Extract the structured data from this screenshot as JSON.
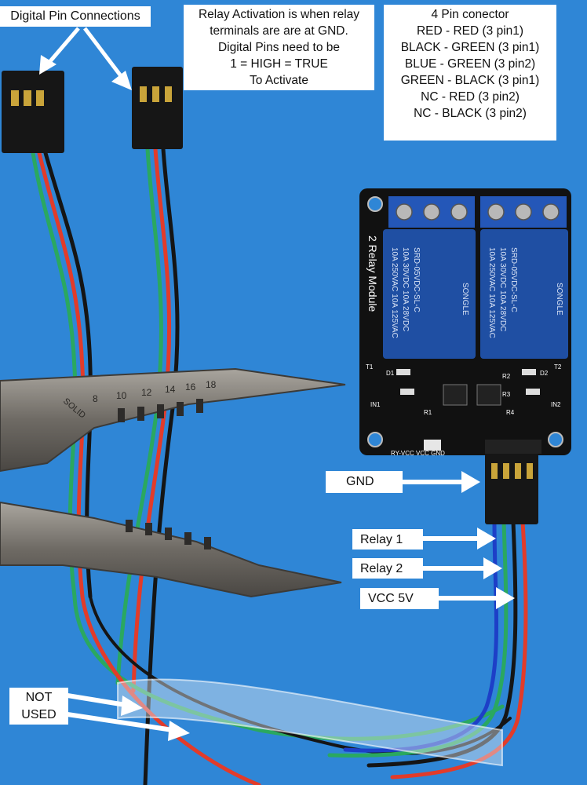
{
  "labels": {
    "digital_pins": "Digital Pin Connections",
    "relay_activation": "Relay Activation is when relay\nterminals are are at GND.\nDigital Pins need to be\n1 =  HIGH = TRUE\nTo Activate",
    "connector": "4 Pin conector\nRED - RED (3 pin1)\nBLACK - GREEN (3 pin1)\nBLUE - GREEN (3 pin2)\nGREEN - BLACK  (3 pin1)\nNC - RED (3 pin2)\nNC - BLACK (3 pin2)",
    "gnd": "GND",
    "relay1": "Relay 1",
    "relay2": "Relay 2",
    "vcc": "VCC 5V",
    "not_used": "NOT\nUSED"
  },
  "board": {
    "title": "2 Relay Module",
    "relay_text": [
      "10A 250VAC 10A 125VAC",
      "10A 30VDC 10A 28VDC",
      "SRD-05VDC-SL-C"
    ],
    "relay_brand": "SONGLE",
    "pin_row": "RY-VCC VCC GND",
    "chips": [
      "D1",
      "D2",
      "T1",
      "T2",
      "R1",
      "R2",
      "R3",
      "R4",
      "IN1",
      "IN2"
    ]
  },
  "tool_marks": [
    "SOLID",
    "8",
    "10",
    "12",
    "14",
    "16",
    "18"
  ],
  "colors": {
    "background": "#2f86d6",
    "board": "#111111",
    "relay": "#1f4fa3",
    "terminal": "#2457b8",
    "wire_red": "#e23b2a",
    "wire_green": "#2aa860",
    "wire_black": "#151515",
    "wire_blue": "#1d3fc7",
    "tool_metal": "#8d8a85"
  }
}
